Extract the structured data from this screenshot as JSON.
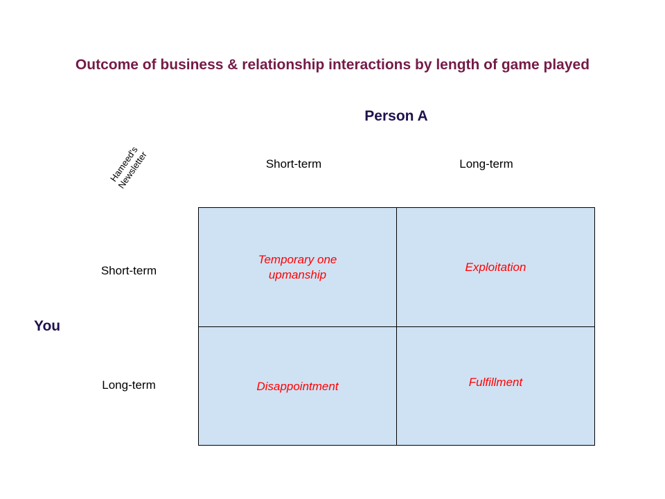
{
  "title": "Outcome of business & relationship interactions by length of game played",
  "watermark": {
    "line1": "Hameed's",
    "line2": "Newsletter"
  },
  "column_axis": {
    "label": "Person A",
    "headers": [
      "Short-term",
      "Long-term"
    ]
  },
  "row_axis": {
    "label": "You",
    "headers": [
      "Short-term",
      "Long-term"
    ]
  },
  "cells": {
    "short_short": "Temporary one upmanship",
    "short_long": "Exploitation",
    "long_short": "Disappointment",
    "long_long": "Fulfillment"
  },
  "colors": {
    "title": "#741b47",
    "axis_label": "#20124d",
    "cell_fill": "#cfe2f3",
    "cell_text": "#ff0000"
  }
}
